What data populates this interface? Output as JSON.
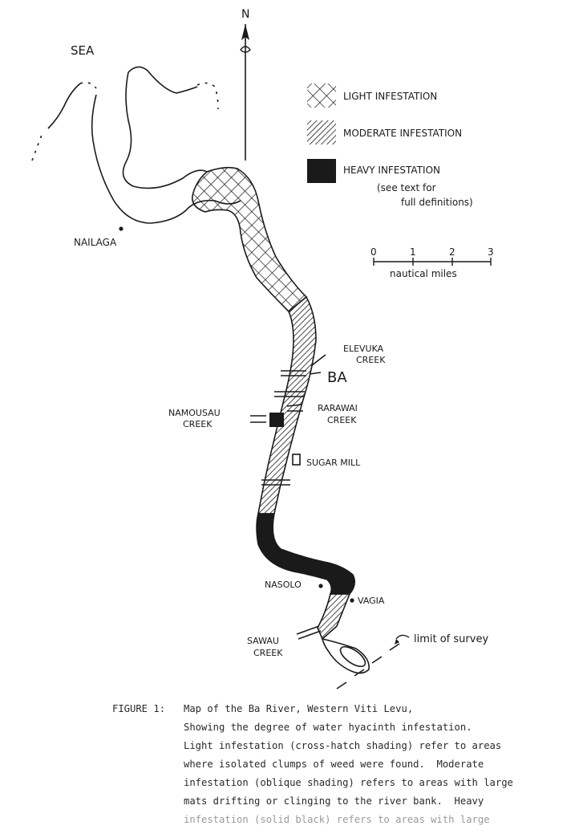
{
  "map": {
    "north_label": "N",
    "sea_label": "SEA",
    "legend": {
      "light": "LIGHT INFESTATION",
      "moderate": "MODERATE INFESTATION",
      "heavy": "HEAVY INFESTATION",
      "note_line1": "(see text for",
      "note_line2": "full definitions)"
    },
    "scale": {
      "ticks": [
        "0",
        "1",
        "2",
        "3"
      ],
      "unit": "nautical miles"
    },
    "places": {
      "nailaga": "NAILAGA",
      "elevuka_1": "ELEVUKA",
      "elevuka_2": "CREEK",
      "ba": "BA",
      "namousau_1": "NAMOUSAU",
      "namousau_2": "CREEK",
      "rarawai_1": "RARAWAI",
      "rarawai_2": "CREEK",
      "sugar_mill": "SUGAR MILL",
      "nasolo": "NASOLO",
      "vagia": "VAGIA",
      "sawau_1": "SAWAU",
      "sawau_2": "CREEK",
      "limit": "limit of survey"
    },
    "colors": {
      "ink": "#1a1a1a",
      "paper": "#ffffff"
    }
  },
  "caption": {
    "label": "FIGURE 1:",
    "lines": [
      "Map of the Ba River, Western Viti Levu,",
      "Showing the degree of water hyacinth infestation.",
      "Light infestation (cross-hatch shading) refer to areas",
      "where isolated clumps of weed were found.  Moderate",
      "infestation (oblique shading) refers to areas with large",
      "mats drifting or clinging to the river bank.  Heavy",
      "infestation (solid black) refers to areas with large"
    ]
  }
}
